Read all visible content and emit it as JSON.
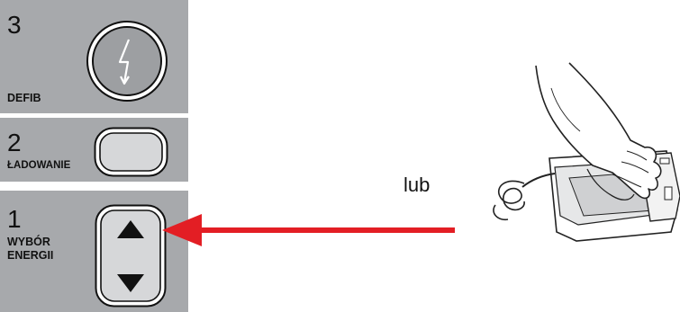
{
  "steps": [
    {
      "number": "3",
      "label": "DEFIB",
      "button_icon": "lightning-bolt-icon"
    },
    {
      "number": "2",
      "label": "ŁADOWANIE",
      "button_icon": "blank-button"
    },
    {
      "number": "1",
      "label": "WYBÓR\nENERGII",
      "button_icons": [
        "arrow-up-icon",
        "arrow-down-icon"
      ]
    }
  ],
  "connector_text": "lub",
  "colors": {
    "panel": "#a7a9ac",
    "arrow": "#e31e24",
    "button_fill": "#d6d7d9"
  }
}
